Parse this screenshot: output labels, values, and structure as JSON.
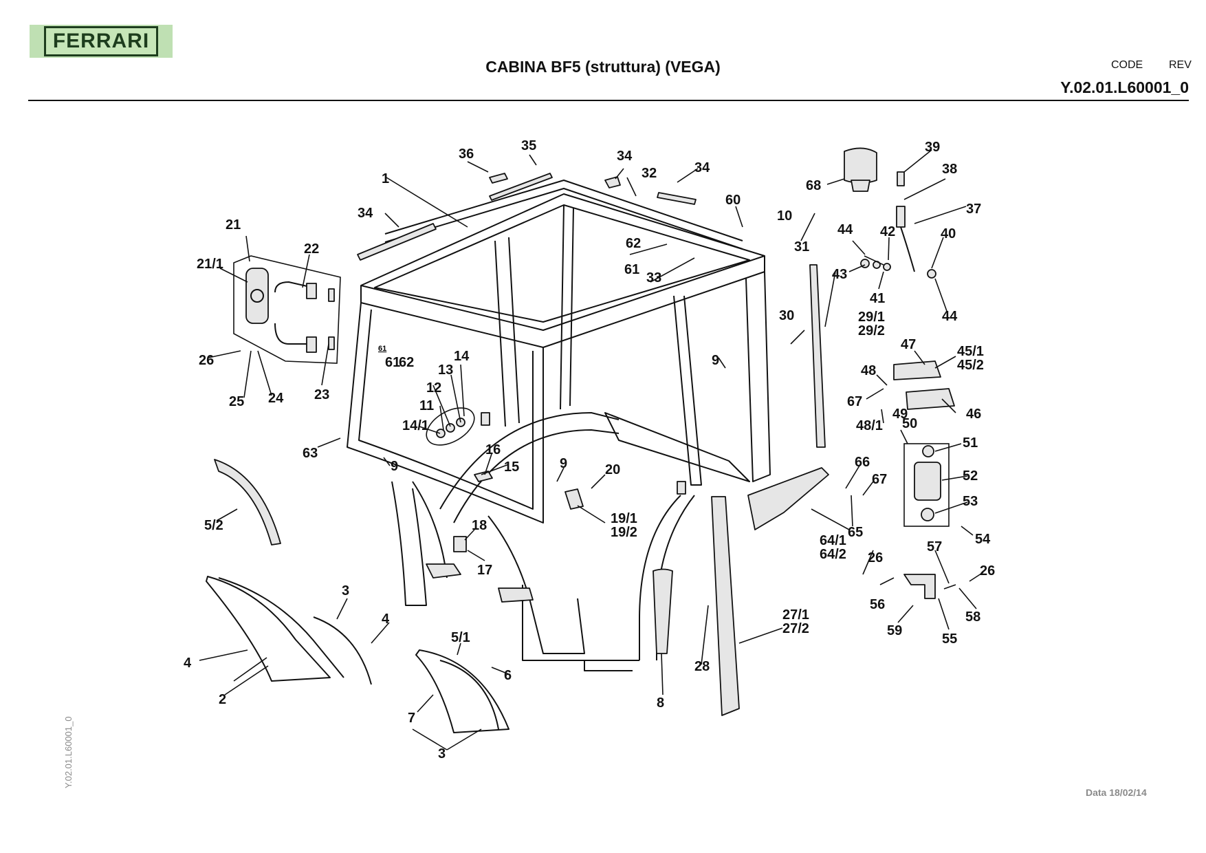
{
  "header": {
    "logo_text": "FERRARI",
    "title": "CABINA BF5 (struttura) (VEGA)",
    "code_label": "CODE",
    "rev_label": "REV",
    "code_value": "Y.02.01.L60001_0"
  },
  "side_code": "Y.02.01.L60001_0",
  "footer": {
    "date": "Data 18/02/14"
  },
  "callouts": [
    "1",
    "2",
    "3",
    "3",
    "4",
    "4",
    "5/1",
    "5/2",
    "6",
    "7",
    "8",
    "9",
    "9",
    "9",
    "10",
    "11",
    "12",
    "13",
    "14",
    "14/1",
    "15",
    "16",
    "17",
    "18",
    "19/1",
    "19/2",
    "20",
    "21",
    "21/1",
    "22",
    "23",
    "24",
    "25",
    "26",
    "26",
    "26",
    "27/1",
    "27/2",
    "28",
    "29/1",
    "29/2",
    "30",
    "31",
    "32",
    "33",
    "34",
    "34",
    "34",
    "35",
    "36",
    "37",
    "38",
    "39",
    "40",
    "41",
    "42",
    "43",
    "44",
    "44",
    "45/1",
    "45/2",
    "46",
    "47",
    "48",
    "48/1",
    "49",
    "50",
    "51",
    "52",
    "53",
    "54",
    "55",
    "56",
    "57",
    "58",
    "59",
    "60",
    "61",
    "61",
    "62",
    "62",
    "63",
    "64/1",
    "64/2",
    "65",
    "66",
    "67",
    "67",
    "68"
  ],
  "inset_label": "61"
}
